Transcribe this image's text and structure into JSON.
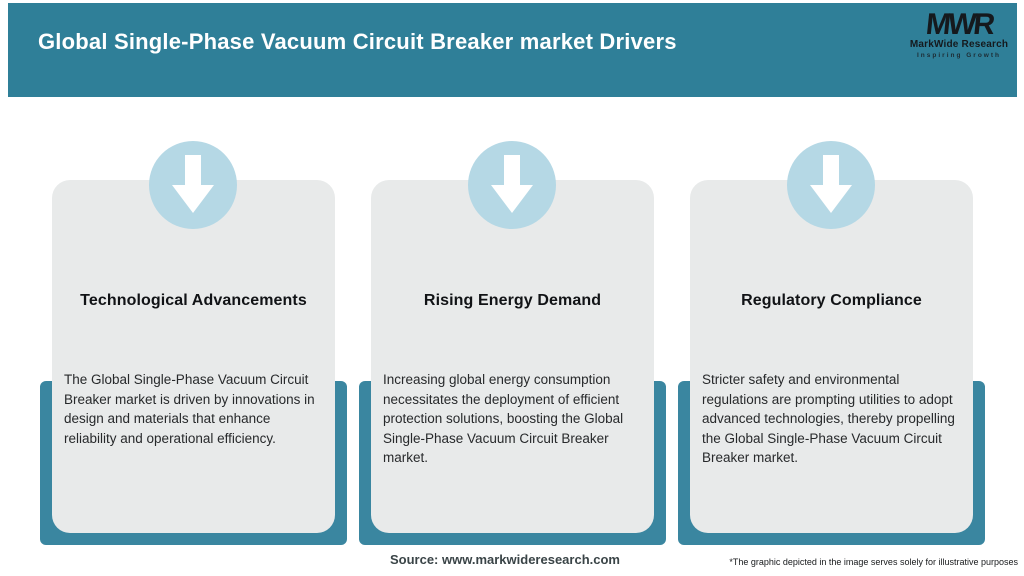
{
  "header": {
    "title": "Global Single-Phase Vacuum Circuit Breaker market Drivers",
    "logo": {
      "acronym": "MWR",
      "name": "MarkWide Research",
      "tagline": "Inspiring Growth"
    }
  },
  "cards": [
    {
      "title": "Technological Advancements",
      "body": "The Global Single-Phase Vacuum Circuit Breaker market is driven by innovations in design and materials that enhance reliability and operational efficiency."
    },
    {
      "title": "Rising Energy Demand",
      "body": "Increasing global energy consumption necessitates the deployment of efficient protection solutions, boosting the Global Single-Phase Vacuum Circuit Breaker market."
    },
    {
      "title": "Regulatory Compliance",
      "body": "Stricter safety and environmental regulations are prompting utilities to adopt advanced technologies, thereby propelling the Global Single-Phase Vacuum Circuit Breaker market."
    }
  ],
  "footer": {
    "source": "Source: www.markwideresearch.com",
    "disclaimer": "*The graphic depicted in the image serves solely for illustrative purposes"
  },
  "colors": {
    "header_teal": "#2f7f98",
    "shadow_teal": "#3a86a0",
    "card_gray": "#e8eaea",
    "circle_blue": "#b5d8e5",
    "title_text": "#ffffff",
    "body_text": "#27292b"
  }
}
